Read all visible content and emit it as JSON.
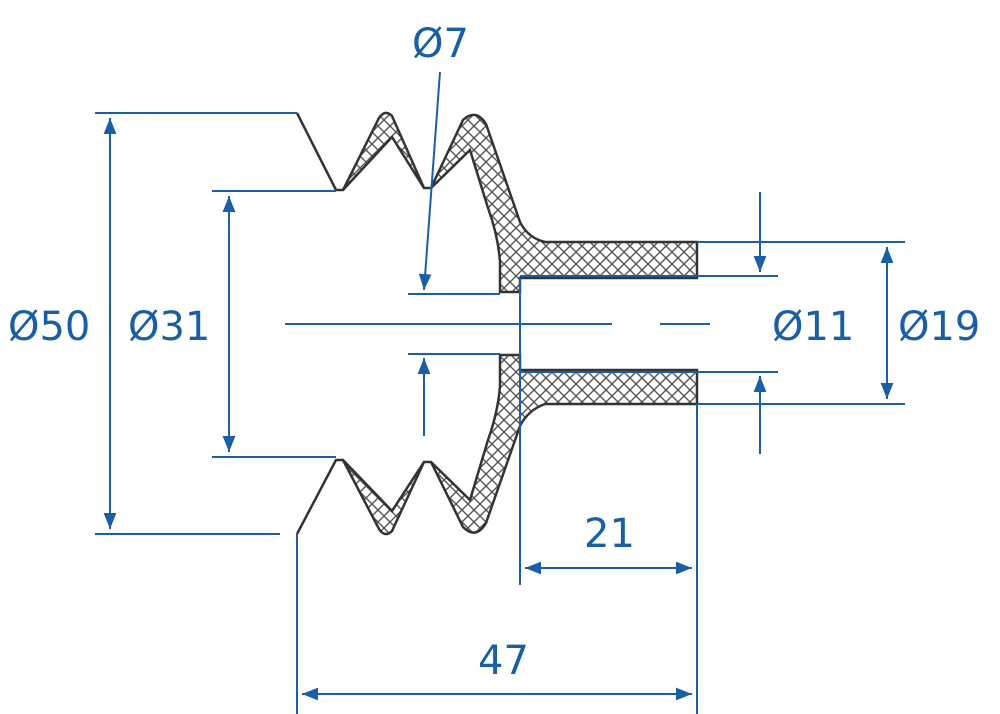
{
  "colors": {
    "dimension": "#1a5fa5",
    "outline": "#333333",
    "hatch": "#555555",
    "background": "#ffffff"
  },
  "dimensions": {
    "d7": "Ø7",
    "d50": "Ø50",
    "d31": "Ø31",
    "d11": "Ø11",
    "d19": "Ø19",
    "len21": "21",
    "len47": "47"
  }
}
